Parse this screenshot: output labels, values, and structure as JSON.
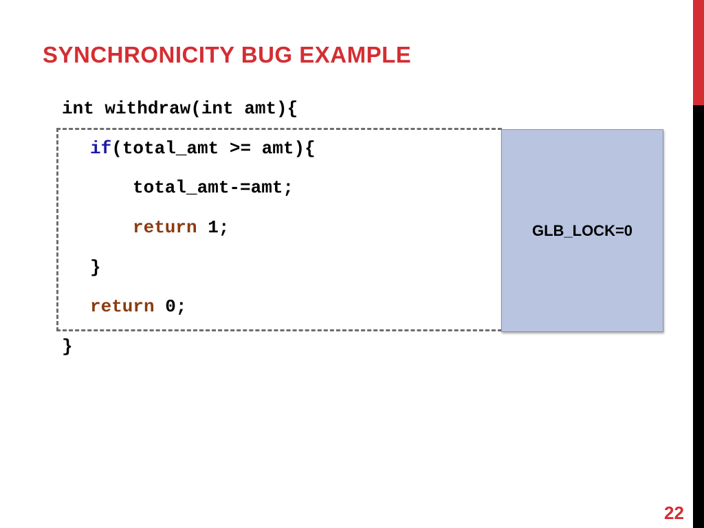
{
  "colors": {
    "accent_red": "#d42e33",
    "bar_black": "#000000",
    "lock_fill": "#b8c4e0",
    "keyword_blue": "#1a1aa8",
    "keyword_brown": "#8b3a10"
  },
  "slide": {
    "title": "Synchronicity Bug Example",
    "page_number": "22"
  },
  "code": {
    "line1": "int withdraw(int amt){",
    "line2_keyword": "if",
    "line2_rest": "(total_amt >= amt){",
    "line3": "total_amt-=amt;",
    "line4_keyword": "return",
    "line4_rest": " 1;",
    "line5": "}",
    "line6_keyword": "return",
    "line6_rest": " 0;",
    "line7": "}"
  },
  "lock_box": {
    "label": "GLB_LOCK=0"
  }
}
